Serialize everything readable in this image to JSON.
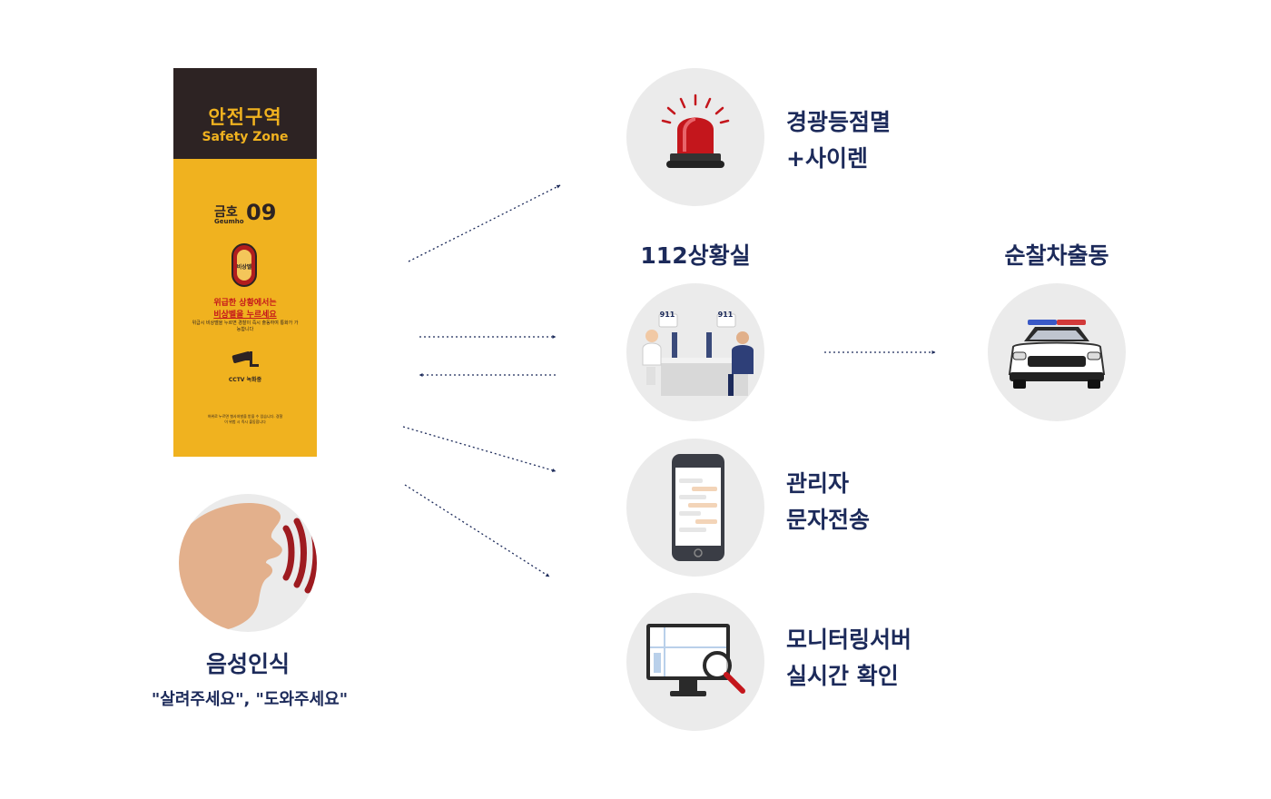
{
  "poster": {
    "title_kr": "안전구역",
    "title_en": "Safety Zone",
    "location_kr": "금호",
    "location_en": "Geumho",
    "location_num": "09",
    "button_label": "비상벨",
    "warning_line1": "위급한 상황에서는",
    "warning_line2": "비상벨을 누르세요",
    "info_text": "위급시 비상벨을 누르면 경찰이 즉시 출동하여 통화가 가능합니다",
    "cctv_label": "CCTV 녹화중",
    "footer_text": "허위로 누르면 형사처벌을 받을 수 있습니다. 경찰이 위험 시 즉시 출동합니다"
  },
  "voice": {
    "title": "음성인식",
    "subtitle": "\"살려주세요\", \"도와주세요\""
  },
  "outputs": {
    "siren": {
      "line1": "경광등점멸",
      "line2": "+사이렌"
    },
    "control_room": {
      "title": "112상황실",
      "bubble_left": "911",
      "bubble_right": "911"
    },
    "sms": {
      "line1": "관리자",
      "line2": "문자전송"
    },
    "monitor": {
      "line1": "모니터링서버",
      "line2": "실시간 확인"
    },
    "patrol": {
      "title": "순찰차출동"
    }
  },
  "colors": {
    "navy": "#1c2a5a",
    "poster_yellow": "#f0b21f",
    "poster_dark": "#2d2323",
    "siren_red": "#c4161c",
    "circle_gray": "#ebebeb"
  }
}
